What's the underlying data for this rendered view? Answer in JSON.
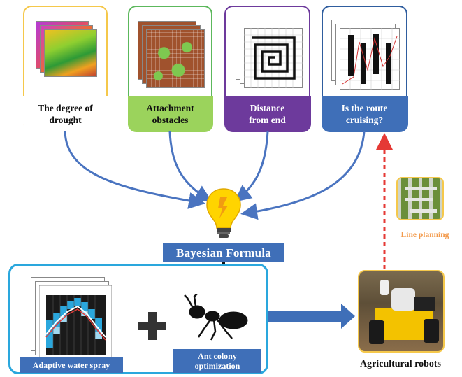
{
  "cards": [
    {
      "id": "drought",
      "label": "The degree of\ndrought",
      "color": "#f5c84b",
      "fill": "#fff",
      "text": "#111"
    },
    {
      "id": "obstacles",
      "label": "Attachment\nobstacles",
      "color": "#5cb85c",
      "fill": "#9bd35c",
      "text": "#111"
    },
    {
      "id": "distance",
      "label": "Distance\nfrom end",
      "color": "#6d3a9c",
      "fill": "#6d3a9c",
      "text": "#fff"
    },
    {
      "id": "route",
      "label": "Is the route\ncruising?",
      "color": "#2f5d9e",
      "fill": "#3f6fb8",
      "text": "#fff"
    }
  ],
  "bayes": {
    "label": "Bayesian Formula"
  },
  "bottom": {
    "spray_label": "Adaptive water spray",
    "ant_label": "Ant colony\noptimization",
    "plus": "+"
  },
  "robot": {
    "label": "Agricultural robots"
  },
  "line_planning": {
    "label": "Line planning"
  },
  "colors": {
    "arrow_blue": "#4a74c0",
    "dash_red": "#e53935",
    "box_border": "#2aa7dd",
    "bulb": "#ffd400"
  },
  "icons": [
    "lightbulb-icon",
    "ant-icon",
    "plus-icon",
    "robot-photo",
    "maze-photo"
  ]
}
